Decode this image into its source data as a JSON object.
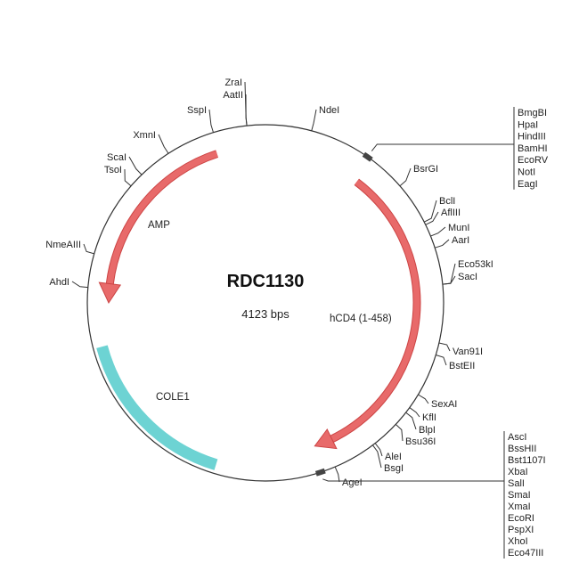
{
  "plasmid": {
    "name": "RDC1130",
    "size_label": "4123 bps"
  },
  "features": [
    {
      "name": "AMP",
      "color": "#e86a6a"
    },
    {
      "name": "hCD4 (1-458)",
      "color": "#e86a6a"
    },
    {
      "name": "COLE1",
      "color": "#6dd3d3"
    }
  ],
  "sites": [
    "ZraI",
    "AatII",
    "SspI",
    "XmnI",
    "ScaI",
    "TsoI",
    "NmeAIII",
    "AhdI",
    "NdeI",
    "BsrGI",
    "BclI",
    "AflIII",
    "MunI",
    "AarI",
    "Eco53kI",
    "SacI",
    "Van91I",
    "BstEII",
    "SexAI",
    "KflI",
    "BlpI",
    "Bsu36I",
    "AleI",
    "BsgI",
    "AgeI"
  ],
  "mcs1": [
    "BmgBI",
    "HpaI",
    "HindIII",
    "BamHI",
    "EcoRV",
    "NotI",
    "EagI"
  ],
  "mcs2": [
    "AscI",
    "BssHII",
    "Bst1107I",
    "XbaI",
    "SalI",
    "SmaI",
    "XmaI",
    "EcoRI",
    "PspXI",
    "XhoI",
    "Eco47III"
  ]
}
